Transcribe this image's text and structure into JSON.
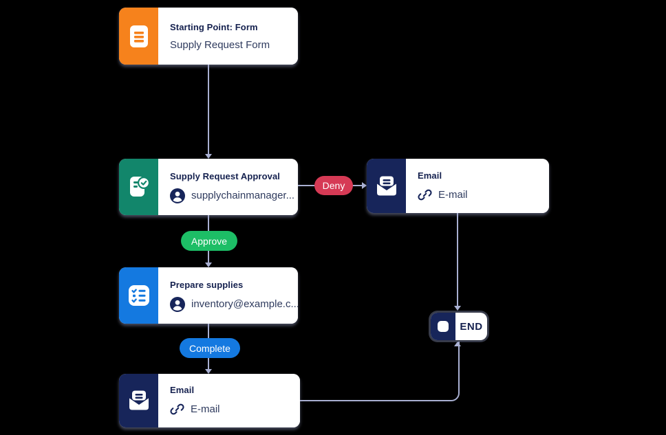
{
  "diagram": {
    "nodes": {
      "start": {
        "title": "Starting Point: Form",
        "subtitle": "Supply Request Form",
        "accent_color": "#F6821C",
        "icon": "form-icon"
      },
      "approval": {
        "title": "Supply Request Approval",
        "subtitle": "supplychainmanager...",
        "accent_color": "#12866B",
        "icon": "approval-check-icon",
        "subtitle_icon": "person-icon"
      },
      "email_deny": {
        "title": "Email",
        "subtitle": "E-mail",
        "accent_color": "#17255A",
        "icon": "open-envelope-icon",
        "subtitle_icon": "link-icon"
      },
      "prepare": {
        "title": "Prepare supplies",
        "subtitle": "inventory@example.c...",
        "accent_color": "#1479E0",
        "icon": "checklist-icon",
        "subtitle_icon": "person-icon"
      },
      "email_complete": {
        "title": "Email",
        "subtitle": "E-mail",
        "accent_color": "#17255A",
        "icon": "open-envelope-icon",
        "subtitle_icon": "link-icon"
      },
      "end": {
        "label": "END",
        "accent_color": "#17255A",
        "icon": "stop-square-icon"
      }
    },
    "edge_labels": {
      "deny": "Deny",
      "approve": "Approve",
      "complete": "Complete"
    },
    "edge_colors": {
      "deny": "#D63A55",
      "approve": "#1DBE66",
      "complete": "#1479E0",
      "connector": "#A9B0D2"
    }
  }
}
